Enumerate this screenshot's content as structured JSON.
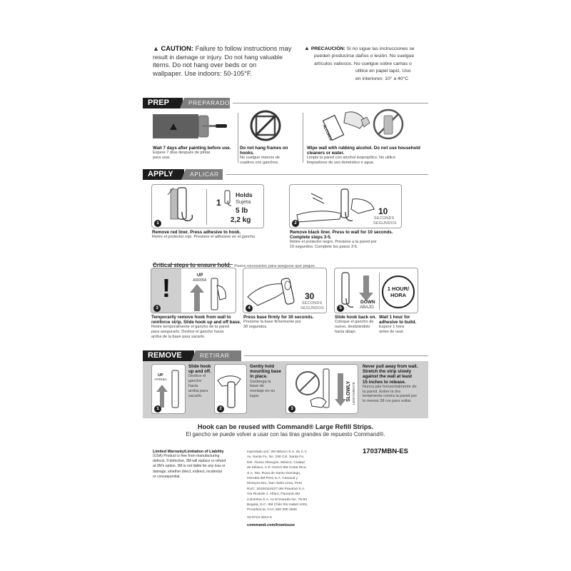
{
  "caution": {
    "en_title": "CAUTION:",
    "en_lines": [
      "Failure to follow instructions may",
      "result in damage or injury. Do not hang valuable",
      "items. Do not hang over beds or on",
      "wallpaper. Use indoors: 50-105°F."
    ],
    "es_title": "PRECAUCIÓN:",
    "es_lines": [
      "Si no sigue las instrucciones se",
      "pueden producirse daños o lesión. No cuelgue",
      "artículos valiosos. No cuelgue sobre camas o",
      "utilice en papel tapiz. Uso",
      "en interiores: 10° a 40°C"
    ]
  },
  "prep": {
    "label": "PREP",
    "label_es": "PREPARADO",
    "step1_en": [
      "Wait 7 days after painting before use."
    ],
    "step1_es": [
      "Espere 7 días después de pintar",
      "para usar."
    ],
    "step2_en": [
      "Do not hang frames on hooks."
    ],
    "step2_es": [
      "No cuelgue marcos de",
      "cuadros con ganchos."
    ],
    "step3_en": [
      "Wipe wall with rubbing alcohol. Do not use household",
      "cleaners or water."
    ],
    "step3_es": [
      "Limpie la pared con alcohol isopropílico. No utilice",
      "limpiadores de uso doméstico o agua."
    ],
    "alcohol_label": "ALCOHOL"
  },
  "apply": {
    "label": "APPLY",
    "label_es": "APLICAR",
    "holds_count": "1",
    "holds_en": "Holds",
    "holds_es": "Sujeta",
    "holds_lb": "5 lb",
    "holds_kg": "2,2 kg",
    "step1_num": "1",
    "step1_en": [
      "Remove red liner. Press adhesive to hook."
    ],
    "step1_es": [
      "Retire el protector rojo. Presione el adhesivo en el gancho."
    ],
    "step2_num": "2",
    "step2_seconds": "10",
    "step2_seconds_label": "SECONDS",
    "step2_seconds_label_es": "SEGUNDOS",
    "step2_en": [
      "Remove black liner. Press to wall for 10 seconds.",
      "Complete steps 3-5."
    ],
    "step2_es": [
      "Retire el protector negro. Presione a la pared por",
      "10 segundos. Complete los pasos 3-5."
    ],
    "critical_en": "Critical steps to ensure hold.",
    "critical_es": "Pasos necesarios para asegurar que pegue.",
    "step3_num": "3",
    "step3_up": "UP",
    "step3_up_es": "ARRIBA",
    "step3_en": [
      "Temporarily remove hook from wall to",
      "reinforce strip. Slide hook up and off base."
    ],
    "step3_es": [
      "Retire temporalmente el gancho de la pared",
      "para asegurarlo. Deslice el gancho hacia",
      "arriba de la base para sacarlo."
    ],
    "step4_num": "4",
    "step4_seconds": "30",
    "step4_seconds_label": "SECONDS",
    "step4_seconds_label_es": "SEGUNDOS",
    "step4_en": [
      "Press base firmly for 30 seconds."
    ],
    "step4_es": [
      "Presione la base firmemente por",
      "30 segundos."
    ],
    "step5_num": "5",
    "step5_down": "DOWN",
    "step5_down_es": "ABAJO",
    "step5_hour": "1 HOUR/",
    "step5_hora": "HORA",
    "step5a_en": [
      "Slide hook back on."
    ],
    "step5a_es": [
      "Coloque el gancho de",
      "nuevo, deslizándolo",
      "hacia abajo."
    ],
    "step5b_en": [
      "Wait 1 hour for",
      "adhesive to build."
    ],
    "step5b_es": [
      "Espere 1 hora",
      "antes de usar."
    ]
  },
  "remove": {
    "label": "REMOVE",
    "label_es": "RETIRAR",
    "step1_num": "1",
    "step1_up": "UP",
    "step1_up_es": "ARRIBA",
    "step1_en": [
      "Slide hook",
      "up and off."
    ],
    "step1_es": [
      "Deslice el",
      "gancho",
      "hacia",
      "arriba para",
      "sacarlo."
    ],
    "step2_num": "2",
    "step2_en": [
      "Gently hold",
      "mounting base",
      "in place."
    ],
    "step2_es": [
      "Sostenga la",
      "base de",
      "montaje en su",
      "lugar."
    ],
    "step3_num": "3",
    "step3_slowly": "SLOWLY",
    "step3_slowly_es": "LENTAMENTE",
    "step3_en": [
      "Never pull away from wall.",
      "Stretch the strip slowly",
      "against the wall at least",
      "15 inches to release."
    ],
    "step3_es": [
      "Nunca jale horizontalmente de",
      "la pared. Estire la tira",
      "lentamente contra la pared por",
      "lo menos 38 cm para soltar."
    ]
  },
  "reuse": {
    "en": "Hook can be reused with Command® Large Refill Strips.",
    "es": "El gancho se puede volver a usar con las tiras grandes de repuesto Command®."
  },
  "footer": {
    "warranty_title": "Limited Warranty/Limitation of Liability",
    "warranty_lines": [
      "(USA) Product is free from manufacturing",
      "defects. If defective, 3M will replace or refund",
      "at 3M's option. 3M is not liable for any loss or",
      "damage, whether direct, indirect, incidental",
      "or consequential."
    ],
    "import_lines": [
      "Importado por: 3M México S.A. de C.V.",
      "Av. Santa Fe, No. 190 Col. Santa Fe,",
      "Del. Álvaro Obregón, México, Ciudad",
      "de México, C.P. 01210-3M Costa Rica",
      "S.A. Sta. Rosa de Santo Domingo,",
      "Heredia-3M Perú S.A. Canaval y",
      "Moreyra 641, San Isidro Lima, Perú",
      "RUC: 20100119227-3M Panamá S.A.",
      "Vía Ricardo J. Alfaro, Panamá-3M",
      "Colombia S.A. Av El Dorado No. 75-93",
      "Bogotá, D.C.-3M Chile Sto Isabel 1001,",
      "Providencia, CAC 600 300 3636"
    ],
    "part_code": "34-8723-4914-6",
    "url": "command.com/howtouse",
    "product_code": "17037MBN-ES"
  },
  "colors": {
    "band_dark": "#1c1c1c",
    "band_gray": "#7d7d7d",
    "remove_bg": "#cfcfcf"
  }
}
